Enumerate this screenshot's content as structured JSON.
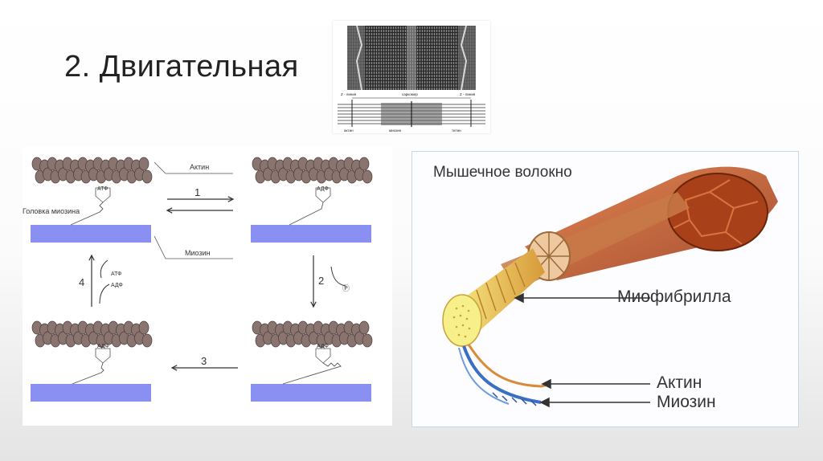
{
  "slide": {
    "title": "2. Двигательная"
  },
  "micrograph": {
    "labels": [
      "Z - линия",
      "саркомер",
      "Z - линия",
      "актин",
      "миозин",
      "титин"
    ]
  },
  "cycle_diagram": {
    "labels": {
      "actin": "Актин",
      "myosin_head": "Головка миозина",
      "myosin": "Миозин"
    },
    "steps": [
      "1",
      "2",
      "3",
      "4"
    ],
    "head_states": [
      "АТФ",
      "АДФ",
      "АДФ",
      "АДФ"
    ],
    "step4_inputs": [
      "АТФ",
      "АДФ"
    ],
    "phosphate_symbol": "Ⓟ",
    "colors": {
      "actin_bead": "#8a7470",
      "myosin_filament": "#8a8ff2",
      "line": "#555555"
    }
  },
  "fiber_diagram": {
    "labels": {
      "muscle_fiber": "Мышечное волокно",
      "myofibril": "Миофибрилла",
      "actin": "Актин",
      "myosin": "Миозин"
    },
    "colors": {
      "fiber": "#c4562a",
      "myofibril": "#e9c26a",
      "myosin_strand": "#3a6fc4",
      "actin_strand": "#d98a3a"
    }
  }
}
